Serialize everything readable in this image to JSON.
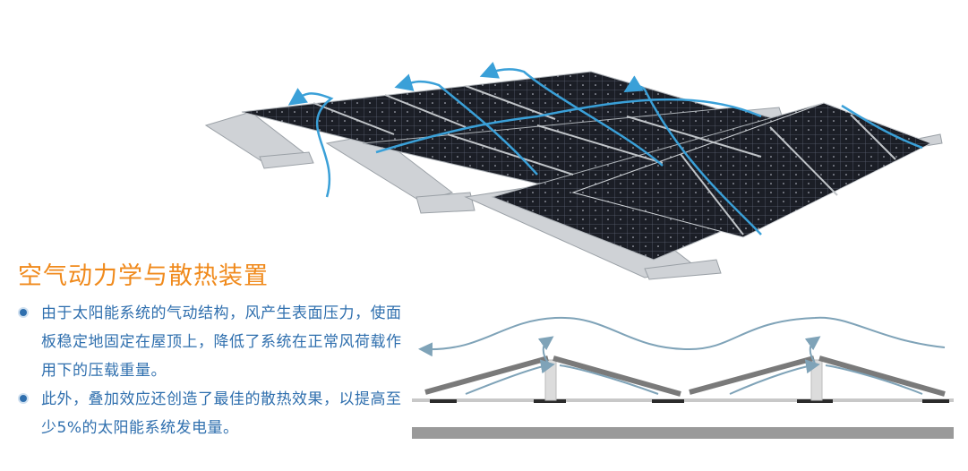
{
  "title": "空气动力学与散热装置",
  "bullets": [
    {
      "text": "由于太阳能系统的气动结构，风产生表面压力，使面板稳定地固定在屋顶上，降低了系统在正常风荷载作用下的压载重量。"
    },
    {
      "text": "此外，叠加效应还创造了最佳的散热效果，以提高至少5%的太阳能系统发电量。"
    }
  ],
  "colors": {
    "title": "#f08a1c",
    "text": "#2f6fae",
    "airflow_3d": "#3aa0d8",
    "airflow_diagram": "#7fa3b8",
    "panel": "#1a1d24",
    "frame": "#c9ccd0"
  }
}
